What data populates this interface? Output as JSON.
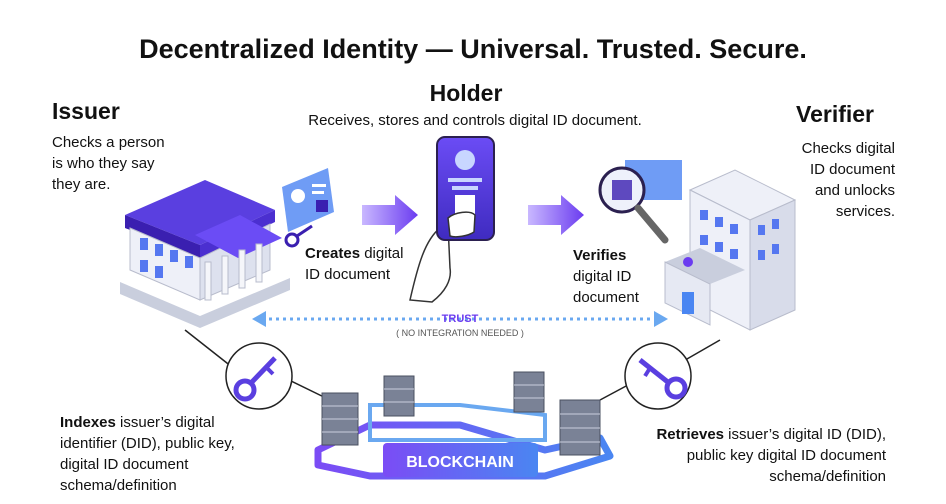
{
  "title": "Decentralized Identity — Universal. Trusted. Secure.",
  "issuer": {
    "heading": "Issuer",
    "desc_lines": [
      "Checks a person",
      "is who they say",
      "they are."
    ]
  },
  "holder": {
    "heading": "Holder",
    "desc": "Receives, stores and controls digital ID document."
  },
  "verifier": {
    "heading": "Verifier",
    "desc_lines": [
      "Checks digital",
      "ID document",
      "and unlocks",
      "services."
    ]
  },
  "creates": {
    "bold": "Creates",
    "rest_line1": " digital",
    "line2": "ID document"
  },
  "verifies": {
    "bold": "Verifies",
    "line2": "digital ID",
    "line3": "document"
  },
  "trust": {
    "label": "TRUST",
    "sublabel": "( NO INTEGRATION NEEDED )"
  },
  "blockchain": {
    "label": "BLOCKCHAIN"
  },
  "indexes": {
    "bold": "Indexes",
    "rest_line1": " issuer’s digital",
    "lines": [
      "identifier (DID), public key,",
      "digital ID document",
      "schema/definition"
    ]
  },
  "retrieves": {
    "bold": "Retrieves",
    "rest_line1": " issuer’s digital ID (DID),",
    "lines": [
      "public key digital ID document",
      "schema/definition"
    ]
  },
  "colors": {
    "accent": "#6b3cf0",
    "accent_dark": "#3a1fb0",
    "blue": "#4f7cf5",
    "trust_arrow": "#6aa8f0"
  }
}
